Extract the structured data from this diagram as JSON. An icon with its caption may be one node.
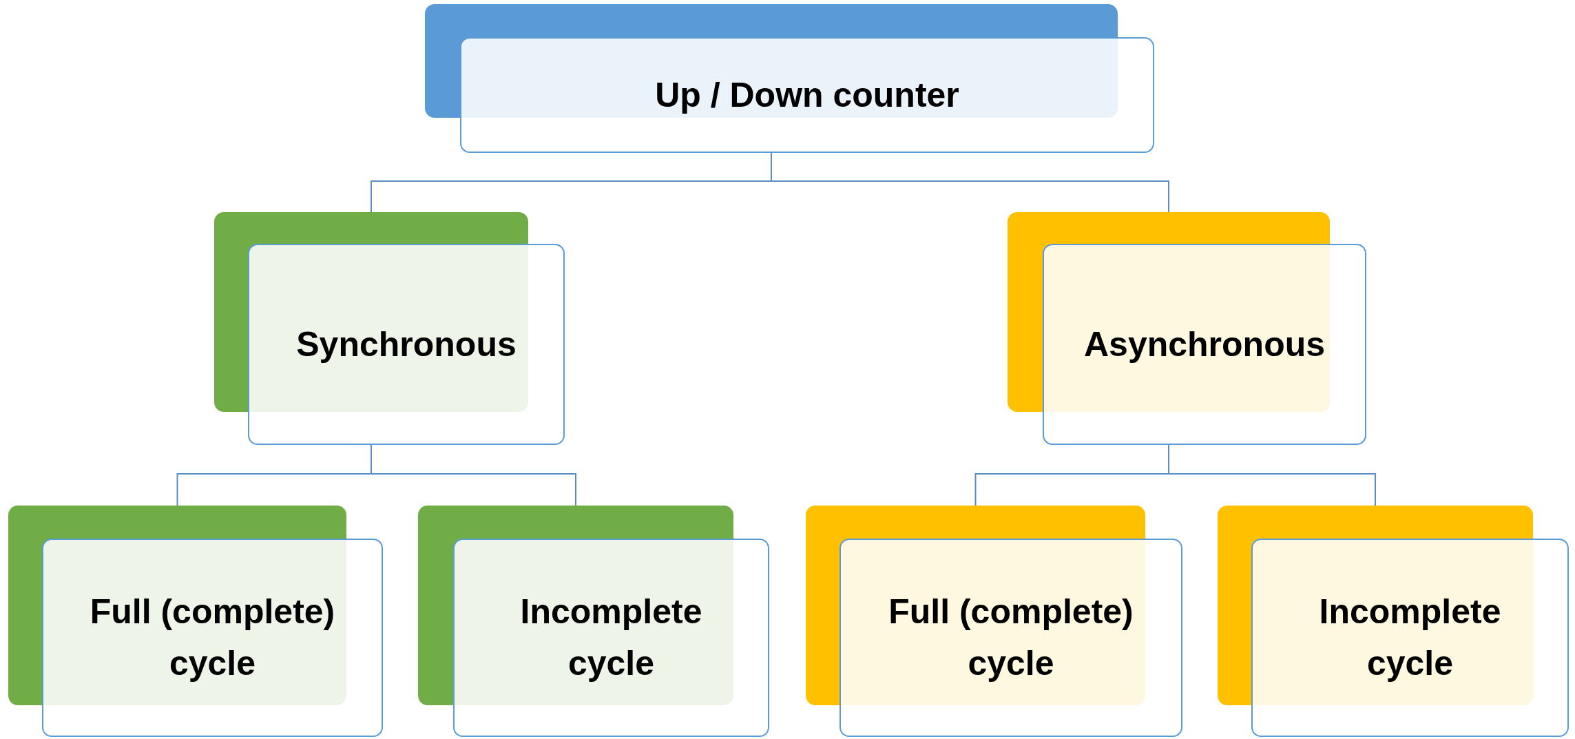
{
  "diagram": {
    "nodes": [
      {
        "text": [
          "Up / Down counter"
        ]
      },
      {
        "text": [
          "Synchronous"
        ]
      },
      {
        "text": [
          "Asynchronous"
        ]
      },
      {
        "text": [
          "Full (complete) cycle"
        ]
      },
      {
        "text": [
          "Incomplete cycle"
        ]
      },
      {
        "text": [
          "Full (complete) cycle"
        ]
      },
      {
        "text": [
          "Incomplete cycle"
        ]
      }
    ],
    "edges": [
      {
        "from": 0,
        "to": 1,
        "arrow": "none"
      },
      {
        "from": 0,
        "to": 2,
        "arrow": "none"
      },
      {
        "from": 1,
        "to": 3,
        "arrow": "none"
      },
      {
        "from": 1,
        "to": 4,
        "arrow": "none"
      },
      {
        "from": 2,
        "to": 5,
        "arrow": "none"
      },
      {
        "from": 2,
        "to": 6,
        "arrow": "none"
      }
    ]
  }
}
